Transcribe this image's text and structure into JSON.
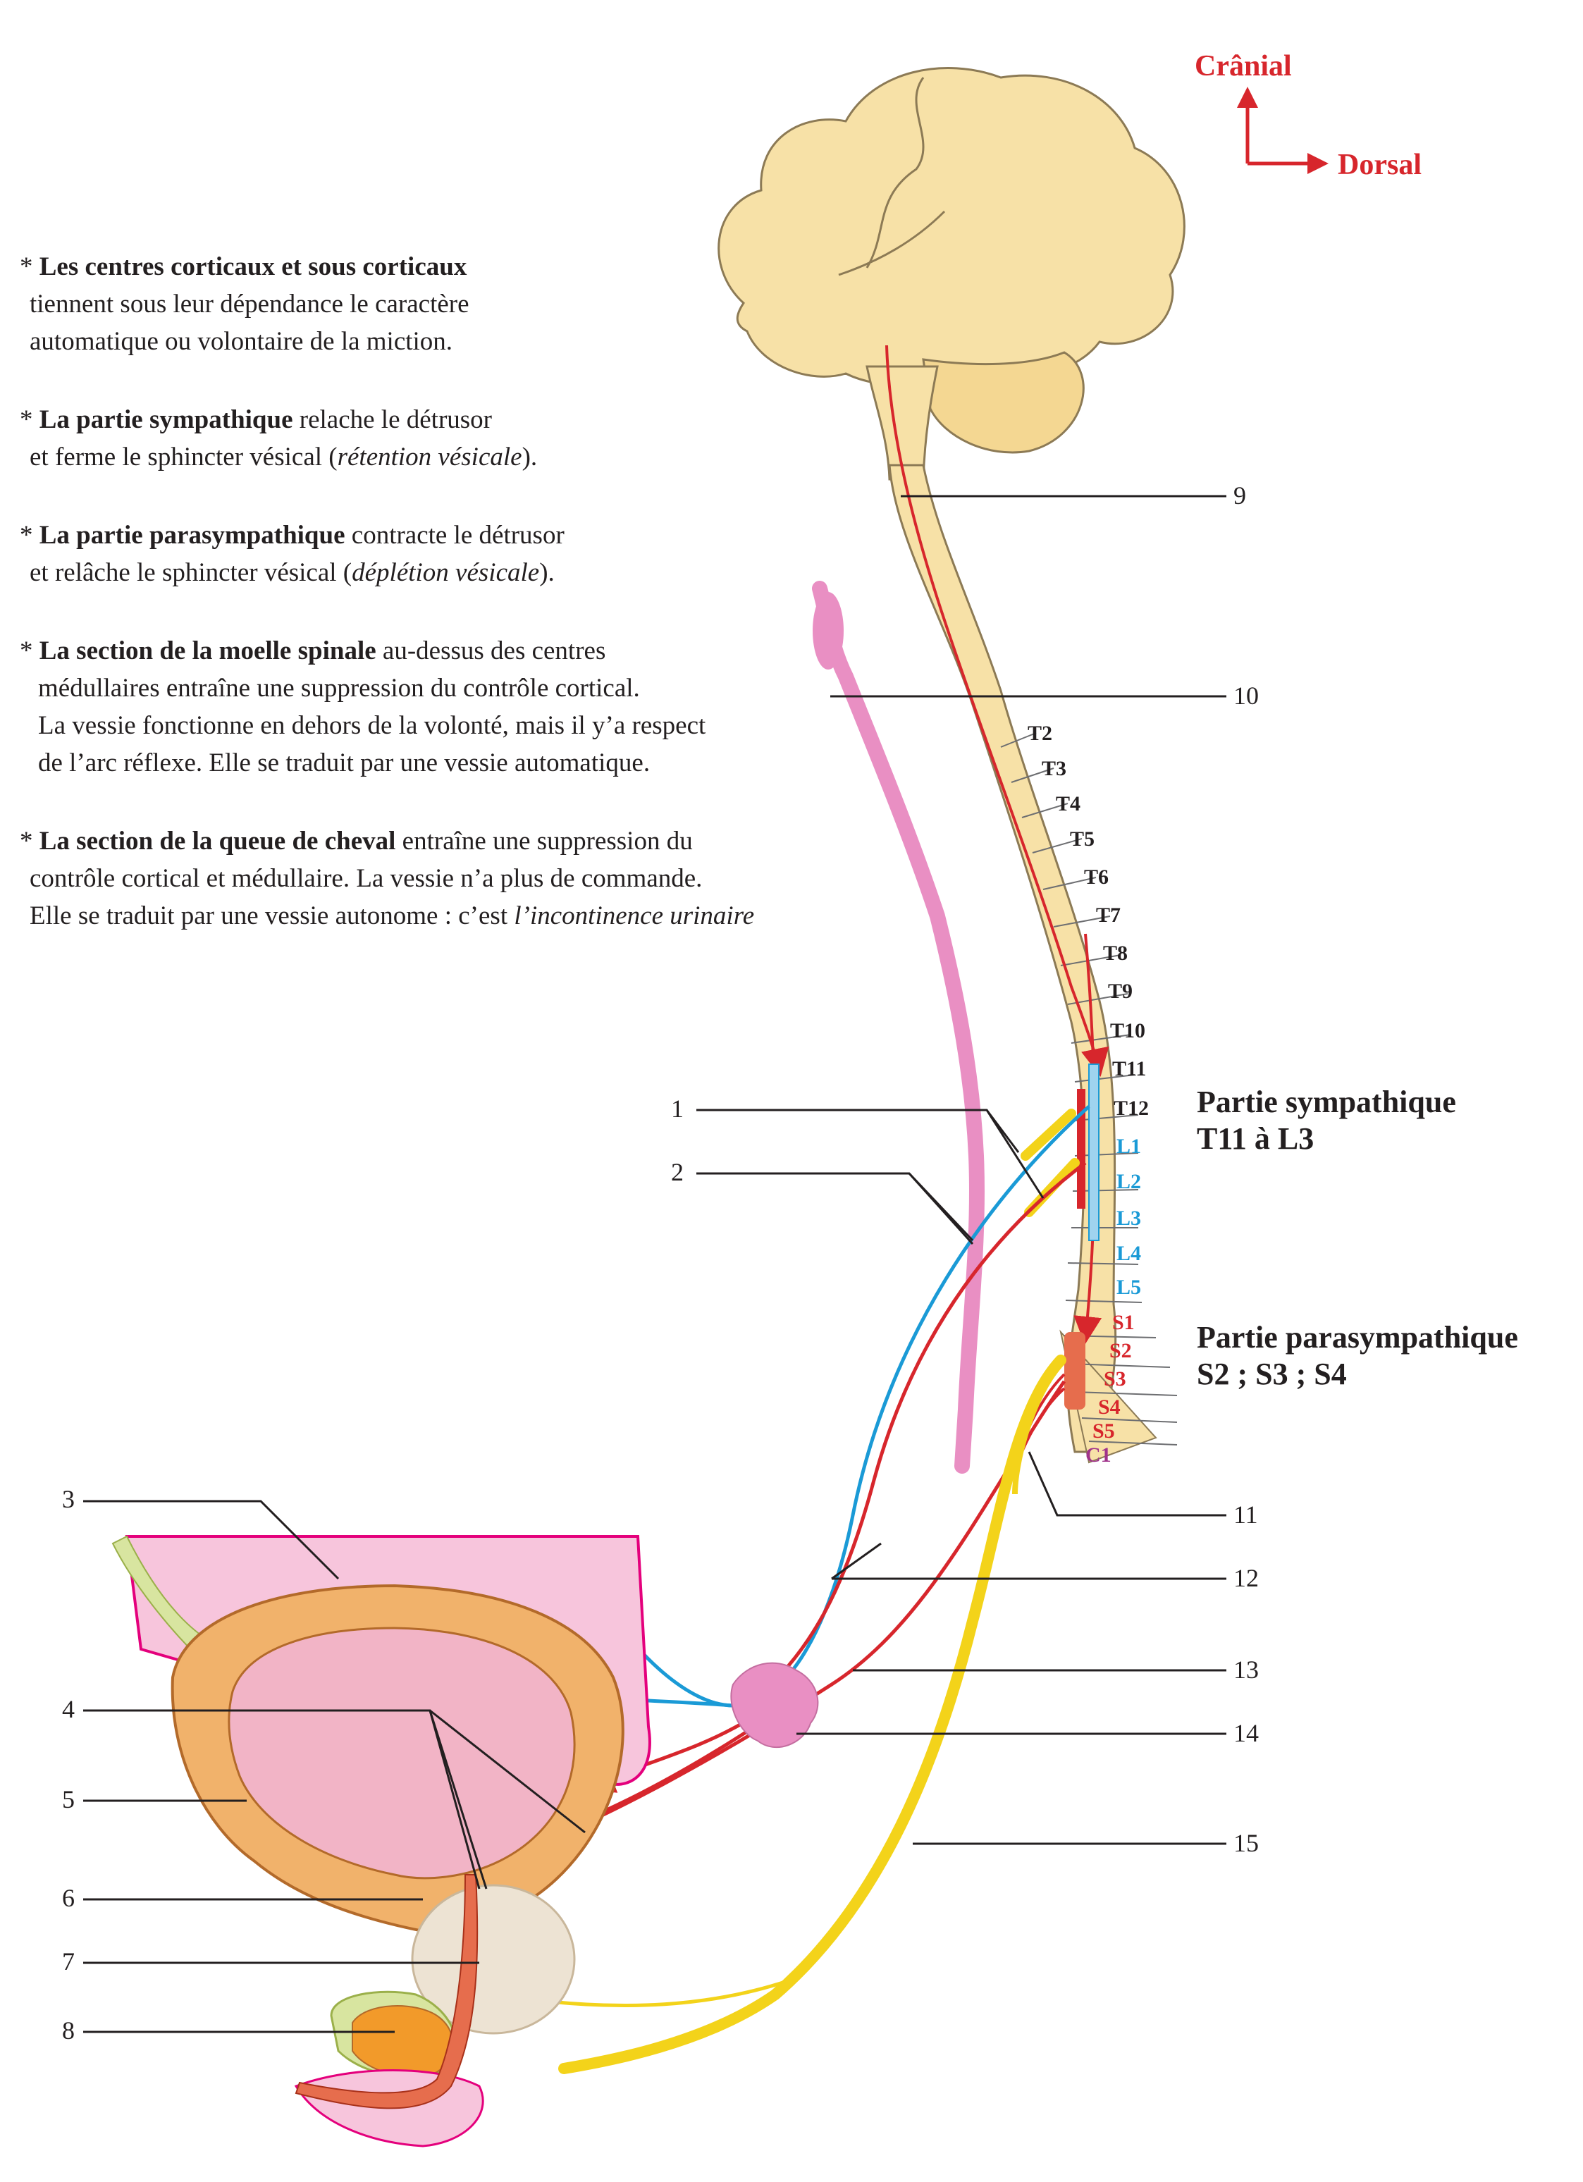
{
  "orientation": {
    "cranial": "Crânial",
    "dorsal": "Dorsal"
  },
  "notes": [
    {
      "bold": "Les centres corticaux et sous corticaux",
      "text": "",
      "line2": "tiennent sous leur dépendance le caractère",
      "line3": "automatique ou volontaire de la miction."
    },
    {
      "bold": "La partie sympathique",
      "text": " relache le détrusor",
      "line2a": "et ferme le sphincter vésical (",
      "line2i": "rétention vésicale",
      "line2b": ")."
    },
    {
      "bold": "La partie parasympathique",
      "text": " contracte le détrusor",
      "line2a": "et relâche le sphincter vésical (",
      "line2i": "déplétion vésicale",
      "line2b": ")."
    },
    {
      "bold": "La section de la moelle spinale",
      "text": " au-dessus des centres",
      "line2": "médullaires entraîne une suppression du contrôle cortical.",
      "line3": "La vessie fonctionne en dehors de la volonté, mais il y’a respect",
      "line4": "de l’arc réflexe. Elle se traduit par une vessie automatique."
    },
    {
      "bold": "La section de la queue de cheval",
      "text": " entraîne une suppression du",
      "line2": "contrôle cortical et médullaire. La vessie n’a plus de commande.",
      "line3a": "Elle se traduit par une vessie autonome : c’est ",
      "line3i": "l’incontinence urinaire"
    }
  ],
  "bullet": "*",
  "sympathetic": {
    "title": "Partie sympathique",
    "range": "T11 à L3"
  },
  "parasympathetic": {
    "title": "Partie parasympathique",
    "range": "S2 ; S3 ; S4"
  },
  "segments": {
    "thoracic": [
      "T2",
      "T3",
      "T4",
      "T5",
      "T6",
      "T7",
      "T8",
      "T9",
      "T10",
      "T11",
      "T12"
    ],
    "lumbar": [
      "L1",
      "L2",
      "L3",
      "L4",
      "L5"
    ],
    "sacral": [
      "S1",
      "S2",
      "S3",
      "S4",
      "S5"
    ],
    "coccygeal": [
      "C1"
    ]
  },
  "callouts": {
    "left": [
      "1",
      "2",
      "3",
      "4",
      "5",
      "6",
      "7",
      "8"
    ],
    "right": [
      "9",
      "10",
      "11",
      "12",
      "13",
      "14",
      "15"
    ]
  },
  "colors": {
    "red": "#d7262c",
    "blue": "#1a9ad6",
    "yellow": "#f3d31a",
    "brain": "#f7e1a7",
    "pink": "#e98fc3",
    "bladder": "#f1b26b",
    "segment_black": "#231f20",
    "segment_blue": "#1a9ad6",
    "segment_red": "#d7262c",
    "segment_coccyx": "#a0338b"
  }
}
